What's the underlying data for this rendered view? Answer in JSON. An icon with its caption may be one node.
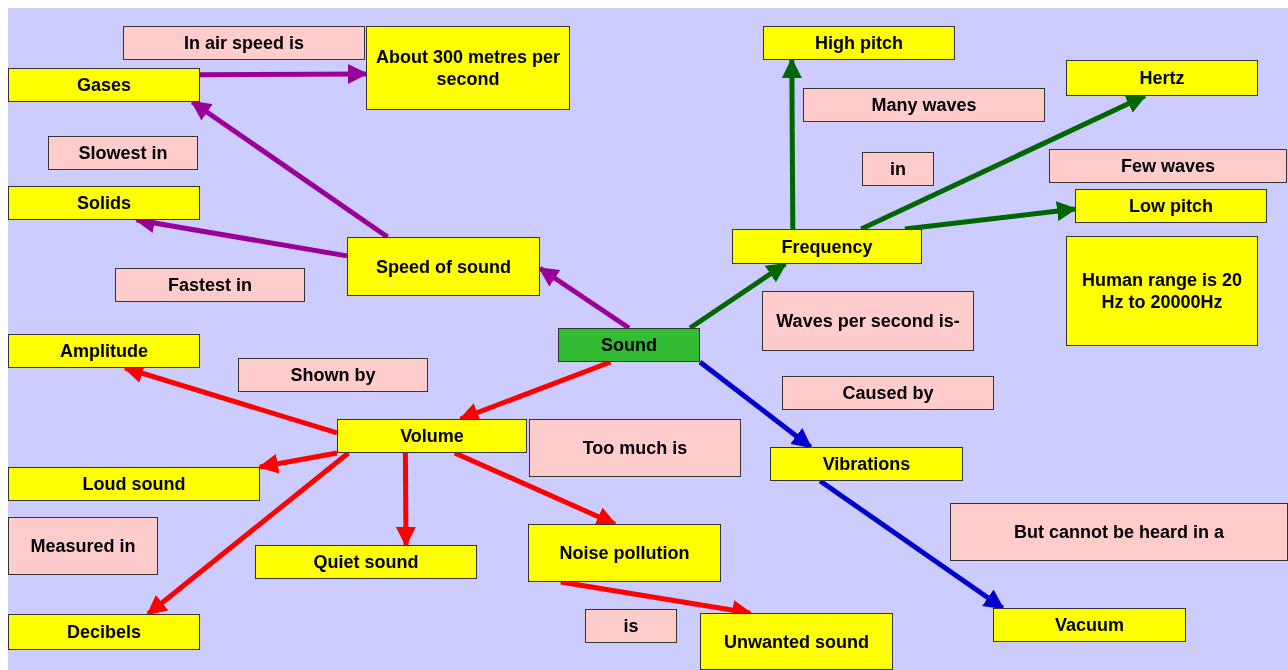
{
  "diagram": {
    "nodes": [
      {
        "text": [
          "Sound"
        ]
      },
      {
        "text": [
          "Speed of sound"
        ]
      },
      {
        "text": [
          "Gases"
        ]
      },
      {
        "text": [
          "About 300 metres per second"
        ]
      },
      {
        "text": [
          "Solids"
        ]
      },
      {
        "text": [
          "Frequency"
        ]
      },
      {
        "text": [
          "High pitch"
        ]
      },
      {
        "text": [
          "Hertz"
        ]
      },
      {
        "text": [
          "Low pitch"
        ]
      },
      {
        "text": [
          "Human range is 20 Hz to 20000Hz"
        ]
      },
      {
        "text": [
          "Volume"
        ]
      },
      {
        "text": [
          "Amplitude"
        ]
      },
      {
        "text": [
          "Loud sound"
        ]
      },
      {
        "text": [
          "Decibels"
        ]
      },
      {
        "text": [
          "Quiet sound"
        ]
      },
      {
        "text": [
          "Noise pollution"
        ]
      },
      {
        "text": [
          "Unwanted sound"
        ]
      },
      {
        "text": [
          "Vibrations"
        ]
      },
      {
        "text": [
          "Vacuum"
        ]
      },
      {
        "text": [
          "In air speed is"
        ]
      },
      {
        "text": [
          "Slowest in"
        ]
      },
      {
        "text": [
          "Fastest in"
        ]
      },
      {
        "text": [
          "Many waves"
        ]
      },
      {
        "text": [
          "in"
        ]
      },
      {
        "text": [
          "Few waves"
        ]
      },
      {
        "text": [
          "Waves per second is-"
        ]
      },
      {
        "text": [
          "Shown by"
        ]
      },
      {
        "text": [
          "Too much is"
        ]
      },
      {
        "text": [
          "Measured in"
        ]
      },
      {
        "text": [
          "Caused by"
        ]
      },
      {
        "text": [
          "But cannot be heard in a"
        ]
      },
      {
        "text": [
          "is"
        ]
      }
    ],
    "edges": [
      {
        "from": 0,
        "to": 1,
        "arrow": "to",
        "color": "#990099"
      },
      {
        "from": 1,
        "to": 2,
        "arrow": "to",
        "color": "#990099"
      },
      {
        "from": 2,
        "to": 3,
        "arrow": "to",
        "color": "#990099"
      },
      {
        "from": 1,
        "to": 4,
        "arrow": "to",
        "color": "#990099"
      },
      {
        "from": 0,
        "to": 5,
        "arrow": "to",
        "color": "#006600"
      },
      {
        "from": 5,
        "to": 6,
        "arrow": "to",
        "color": "#006600"
      },
      {
        "from": 5,
        "to": 7,
        "arrow": "to",
        "color": "#006600"
      },
      {
        "from": 5,
        "to": 8,
        "arrow": "to",
        "color": "#006600"
      },
      {
        "from": 0,
        "to": 10,
        "arrow": "to"
      },
      {
        "from": 10,
        "to": 11,
        "arrow": "to"
      },
      {
        "from": 10,
        "to": 12,
        "arrow": "to"
      },
      {
        "from": 10,
        "to": 13,
        "arrow": "to"
      },
      {
        "from": 10,
        "to": 14,
        "arrow": "to"
      },
      {
        "from": 10,
        "to": 15,
        "arrow": "to"
      },
      {
        "from": 15,
        "to": 16,
        "arrow": "to"
      },
      {
        "from": 0,
        "to": 17,
        "arrow": "to",
        "color": "#0000cc"
      },
      {
        "from": 17,
        "to": 18,
        "arrow": "to",
        "color": "#0000cc"
      }
    ]
  }
}
